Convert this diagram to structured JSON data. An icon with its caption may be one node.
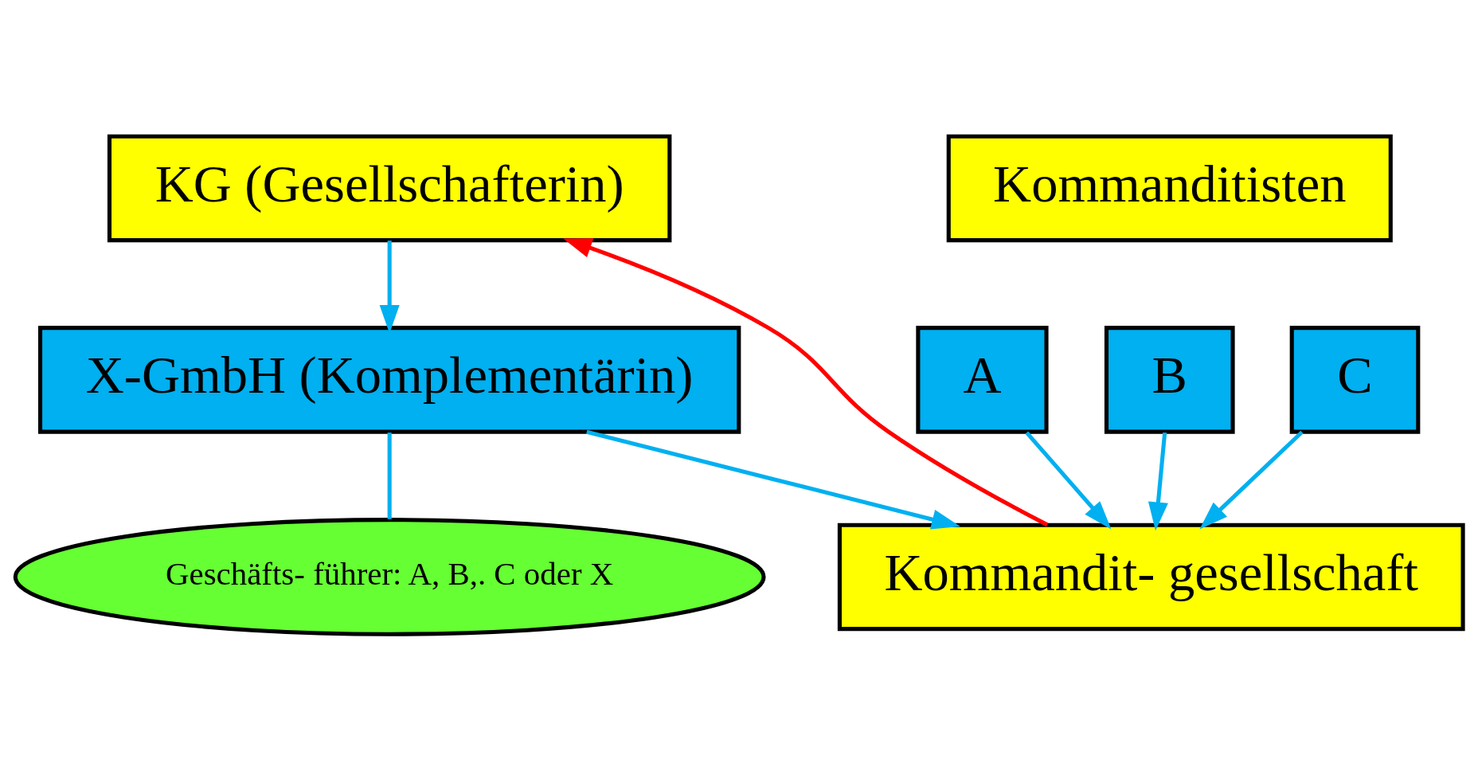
{
  "diagram": {
    "nodes": [
      {
        "text": [
          "KG (Gesellschafterin)"
        ]
      },
      {
        "text": [
          "X-GmbH (Komplementärin)"
        ]
      },
      {
        "text": [
          "Kommanditisten"
        ]
      },
      {
        "text": [
          "A"
        ]
      },
      {
        "text": [
          "B"
        ]
      },
      {
        "text": [
          "C"
        ]
      },
      {
        "text": [
          "Kommandit- gesellschaft"
        ]
      },
      {
        "text": [
          "Geschäfts- führer: A, B,. C oder X"
        ]
      }
    ],
    "edges": [
      {
        "from": 0,
        "to": 1,
        "arrow": "to"
      },
      {
        "from": 1,
        "to": 6,
        "arrow": "to"
      },
      {
        "from": 3,
        "to": 6,
        "arrow": "to"
      },
      {
        "from": 4,
        "to": 6,
        "arrow": "to"
      },
      {
        "from": 5,
        "to": 6,
        "arrow": "to"
      },
      {
        "from": 6,
        "to": 0,
        "arrow": "to",
        "color": "#ff0000"
      },
      {
        "from": 7,
        "to": 1,
        "arrow": "none"
      }
    ]
  }
}
